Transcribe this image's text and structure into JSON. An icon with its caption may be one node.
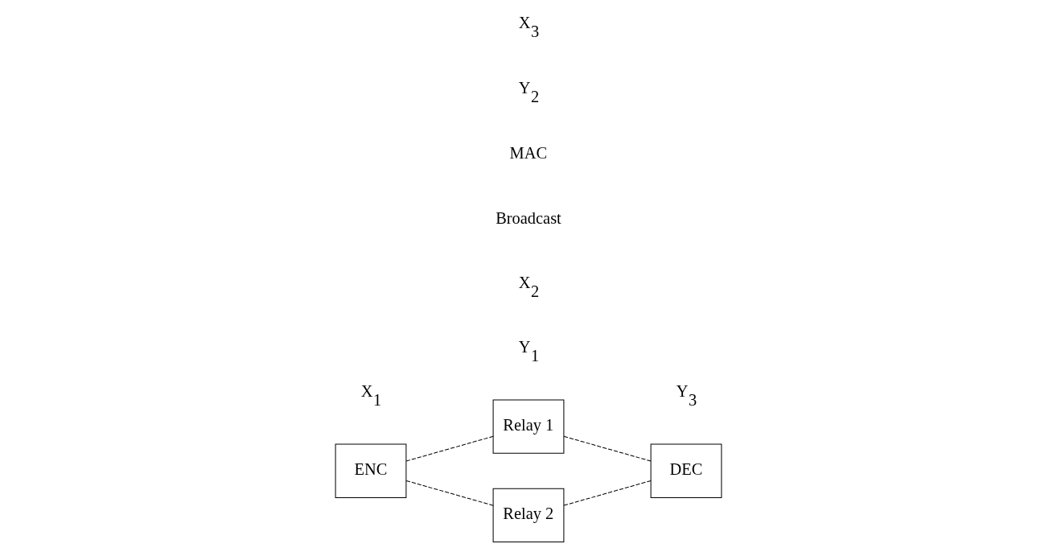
{
  "diagram": {
    "nodes": [
      {
        "text": [
          "ENC"
        ]
      },
      {
        "text": [
          "Relay 1"
        ]
      },
      {
        "text": [
          "Relay 2"
        ]
      },
      {
        "text": [
          "DEC"
        ]
      }
    ],
    "edges": [
      {
        "from": 0,
        "to": 1,
        "arrow": "none",
        "style": "dashed"
      },
      {
        "from": 0,
        "to": 2,
        "arrow": "none",
        "style": "dashed"
      },
      {
        "from": 1,
        "to": 3,
        "arrow": "none",
        "style": "dashed"
      },
      {
        "from": 2,
        "to": 3,
        "arrow": "none",
        "style": "dashed"
      }
    ],
    "labels": [
      "Y$_{1}$",
      "X$_{2}$",
      "X$_{1}$",
      "Broadcast",
      "MAC",
      "Y$_{3}$",
      "Y$_{2}$",
      "X$_{3}$"
    ]
  }
}
